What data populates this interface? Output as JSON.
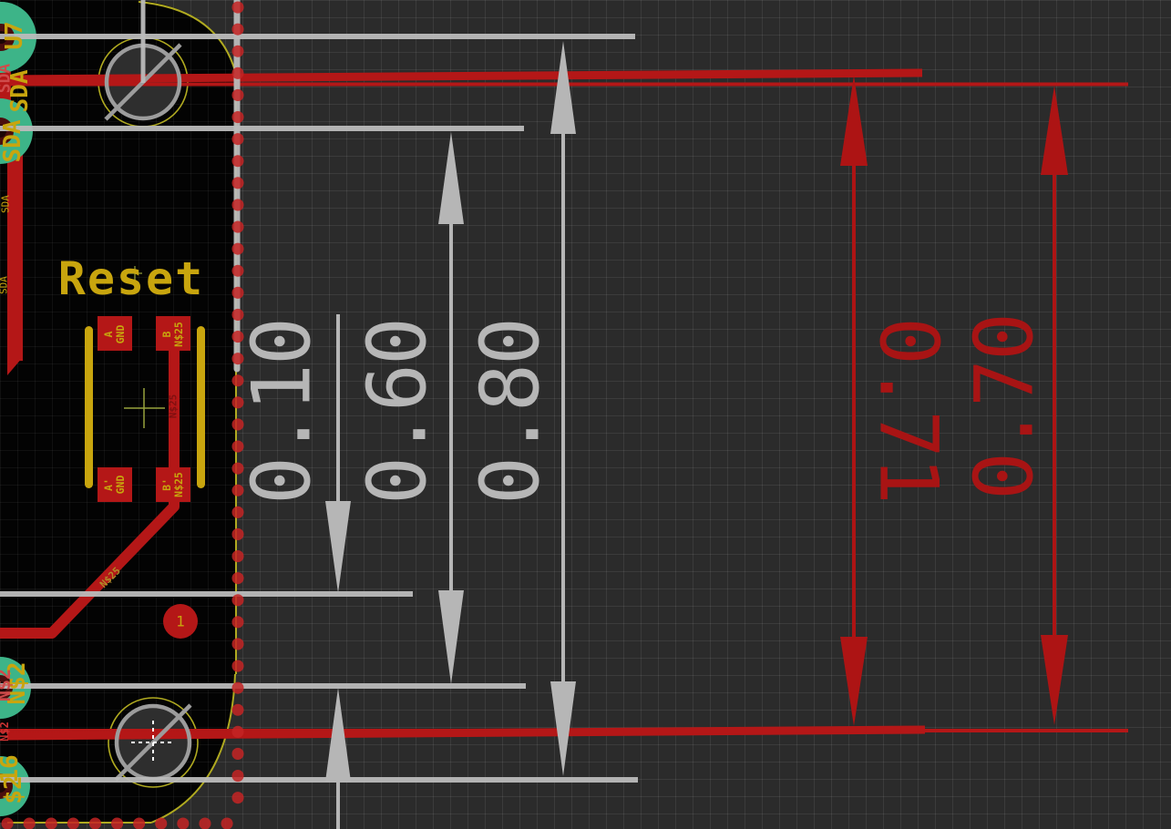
{
  "dimensions": {
    "gray": [
      {
        "value": "0.10"
      },
      {
        "value": "0.60"
      },
      {
        "value": "0.80"
      }
    ],
    "red": [
      {
        "value": "0.71"
      },
      {
        "value": "0.70"
      }
    ]
  },
  "silkscreen": {
    "component_label": "Reset"
  },
  "component_pads": [
    {
      "line1": "A",
      "line2": "GND"
    },
    {
      "line1": "B",
      "line2": "N$25"
    },
    {
      "line1": "A'",
      "line2": "GND"
    },
    {
      "line1": "B'",
      "line2": "N$25"
    }
  ],
  "net_labels": {
    "trace_vertical": "N$25",
    "trace_diagonal": "N$25",
    "via_number": "1"
  },
  "edge_labels": {
    "u7": "U7",
    "sda_large_top": "SDA",
    "sda_large_mid": "SDA",
    "sda_red": "SDA",
    "sda_small_upper": "SDA",
    "sda_small_lower": "SDA",
    "n2_yellow": "N$2",
    "n2_red": "N$2",
    "n2_small_red": "N$2",
    "n16_fragment": "16",
    "s2_fragment": "$2"
  },
  "colors": {
    "background": "#2b2b2b",
    "board": "#030303",
    "copper_red": "#b41717",
    "pad_green": "#3db488",
    "silk_yellow": "#c8a50e",
    "dimension_gray": "#b6b6b6",
    "dimension_red": "#ad1414",
    "board_outline_yellow": "#b0aa20",
    "edge_dots_red": "#c42424"
  }
}
